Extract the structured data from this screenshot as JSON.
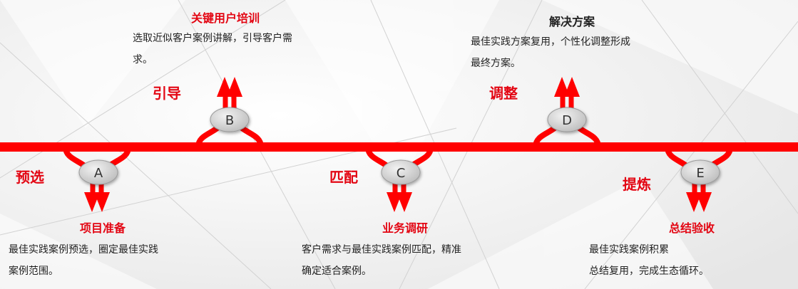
{
  "colors": {
    "primary": "#ff0000",
    "accent_text": "#e30613",
    "node_fill": "#d0d0d0",
    "body_text": "#222222",
    "background": "#f2f2f2"
  },
  "nodes": [
    {
      "id": "A",
      "label": "A",
      "direction": "down",
      "verb": "预选",
      "title": "项目准备",
      "title_color": "red",
      "desc_lines": [
        "最佳实践案例预选，圈定最佳实践",
        "案例范围。"
      ]
    },
    {
      "id": "B",
      "label": "B",
      "direction": "up",
      "verb": "引导",
      "title": "关键用户培训",
      "title_color": "red",
      "desc_lines": [
        "选取近似客户案例讲解，引导客户需",
        "求。"
      ]
    },
    {
      "id": "C",
      "label": "C",
      "direction": "down",
      "verb": "匹配",
      "title": "业务调研",
      "title_color": "red",
      "desc_lines": [
        "客户需求与最佳实践案例匹配，精准",
        "确定适合案例。"
      ]
    },
    {
      "id": "D",
      "label": "D",
      "direction": "up",
      "verb": "调整",
      "title": "解决方案",
      "title_color": "dark",
      "desc_lines": [
        "最佳实践方案复用，个性化调整形成",
        "最终方案。"
      ]
    },
    {
      "id": "E",
      "label": "E",
      "direction": "down",
      "verb": "提炼",
      "title": "总结验收",
      "title_color": "red",
      "desc_lines": [
        "最佳实践案例积累",
        "总结复用，完成生态循环。"
      ]
    }
  ]
}
